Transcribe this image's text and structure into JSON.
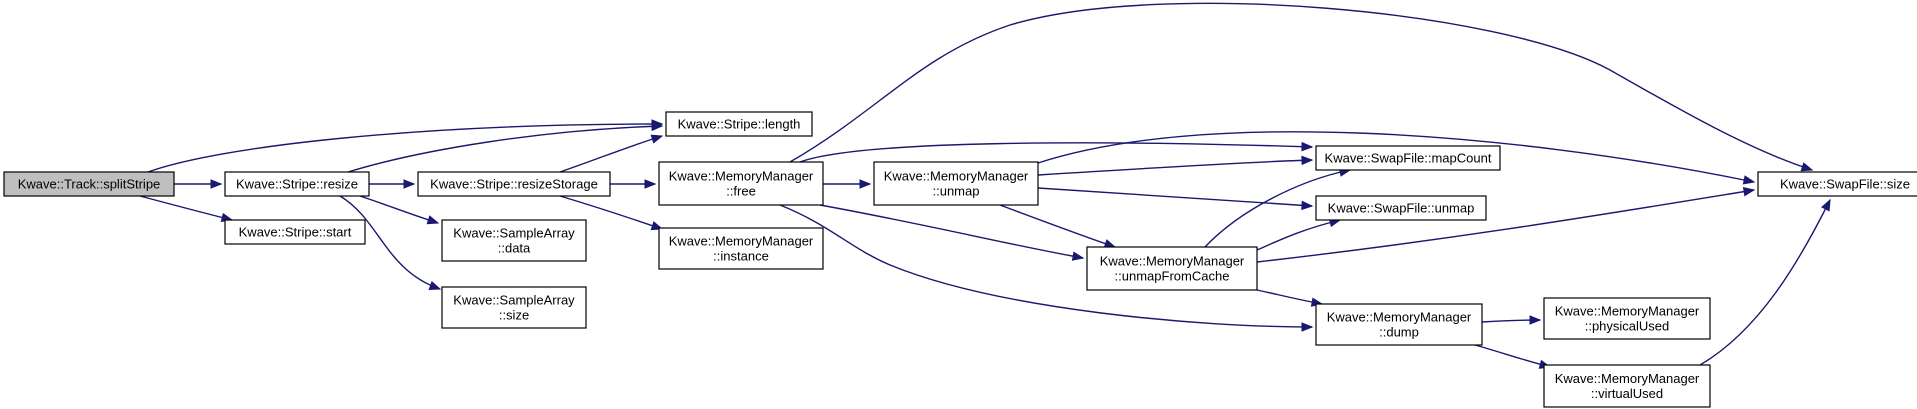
{
  "title": "",
  "colors": {
    "edge": "#191970",
    "root_fill": "#bfbfbf",
    "node_fill": "#ffffff",
    "border": "#000000"
  },
  "nodes": {
    "split_stripe": {
      "lines": [
        "Kwave::Track::splitStripe"
      ],
      "root": true
    },
    "stripe_resize": {
      "lines": [
        "Kwave::Stripe::resize"
      ]
    },
    "stripe_start": {
      "lines": [
        "Kwave::Stripe::start"
      ]
    },
    "stripe_length": {
      "lines": [
        "Kwave::Stripe::length"
      ]
    },
    "resize_storage": {
      "lines": [
        "Kwave::Stripe::resizeStorage"
      ]
    },
    "samplearray_data": {
      "lines": [
        "Kwave::SampleArray",
        "::data"
      ]
    },
    "samplearray_size": {
      "lines": [
        "Kwave::SampleArray",
        "::size"
      ]
    },
    "mm_free": {
      "lines": [
        "Kwave::MemoryManager",
        "::free"
      ]
    },
    "mm_instance": {
      "lines": [
        "Kwave::MemoryManager",
        "::instance"
      ]
    },
    "mm_unmap": {
      "lines": [
        "Kwave::MemoryManager",
        "::unmap"
      ]
    },
    "mm_unmap_from_cache": {
      "lines": [
        "Kwave::MemoryManager",
        "::unmapFromCache"
      ]
    },
    "swap_mapcount": {
      "lines": [
        "Kwave::SwapFile::mapCount"
      ]
    },
    "swap_unmap": {
      "lines": [
        "Kwave::SwapFile::unmap"
      ]
    },
    "mm_dump": {
      "lines": [
        "Kwave::MemoryManager",
        "::dump"
      ]
    },
    "swap_size": {
      "lines": [
        "Kwave::SwapFile::size"
      ]
    },
    "mm_physical_used": {
      "lines": [
        "Kwave::MemoryManager",
        "::physicalUsed"
      ]
    },
    "mm_virtual_used": {
      "lines": [
        "Kwave::MemoryManager",
        "::virtualUsed"
      ]
    }
  },
  "edges": [
    [
      "split_stripe",
      "stripe_length"
    ],
    [
      "split_stripe",
      "stripe_resize"
    ],
    [
      "split_stripe",
      "stripe_start"
    ],
    [
      "stripe_resize",
      "stripe_length"
    ],
    [
      "stripe_resize",
      "resize_storage"
    ],
    [
      "stripe_resize",
      "samplearray_data"
    ],
    [
      "stripe_resize",
      "samplearray_size"
    ],
    [
      "resize_storage",
      "stripe_length"
    ],
    [
      "resize_storage",
      "mm_free"
    ],
    [
      "resize_storage",
      "mm_instance"
    ],
    [
      "mm_free",
      "swap_size"
    ],
    [
      "mm_free",
      "swap_mapcount"
    ],
    [
      "mm_free",
      "mm_unmap"
    ],
    [
      "mm_free",
      "mm_unmap_from_cache"
    ],
    [
      "mm_free",
      "mm_dump"
    ],
    [
      "mm_unmap",
      "swap_size"
    ],
    [
      "mm_unmap",
      "swap_mapcount"
    ],
    [
      "mm_unmap",
      "swap_unmap"
    ],
    [
      "mm_unmap",
      "mm_unmap_from_cache"
    ],
    [
      "mm_unmap_from_cache",
      "swap_mapcount"
    ],
    [
      "mm_unmap_from_cache",
      "swap_unmap"
    ],
    [
      "mm_unmap_from_cache",
      "swap_size"
    ],
    [
      "mm_unmap_from_cache",
      "mm_dump"
    ],
    [
      "mm_dump",
      "mm_physical_used"
    ],
    [
      "mm_dump",
      "mm_virtual_used"
    ],
    [
      "mm_virtual_used",
      "swap_size"
    ]
  ]
}
